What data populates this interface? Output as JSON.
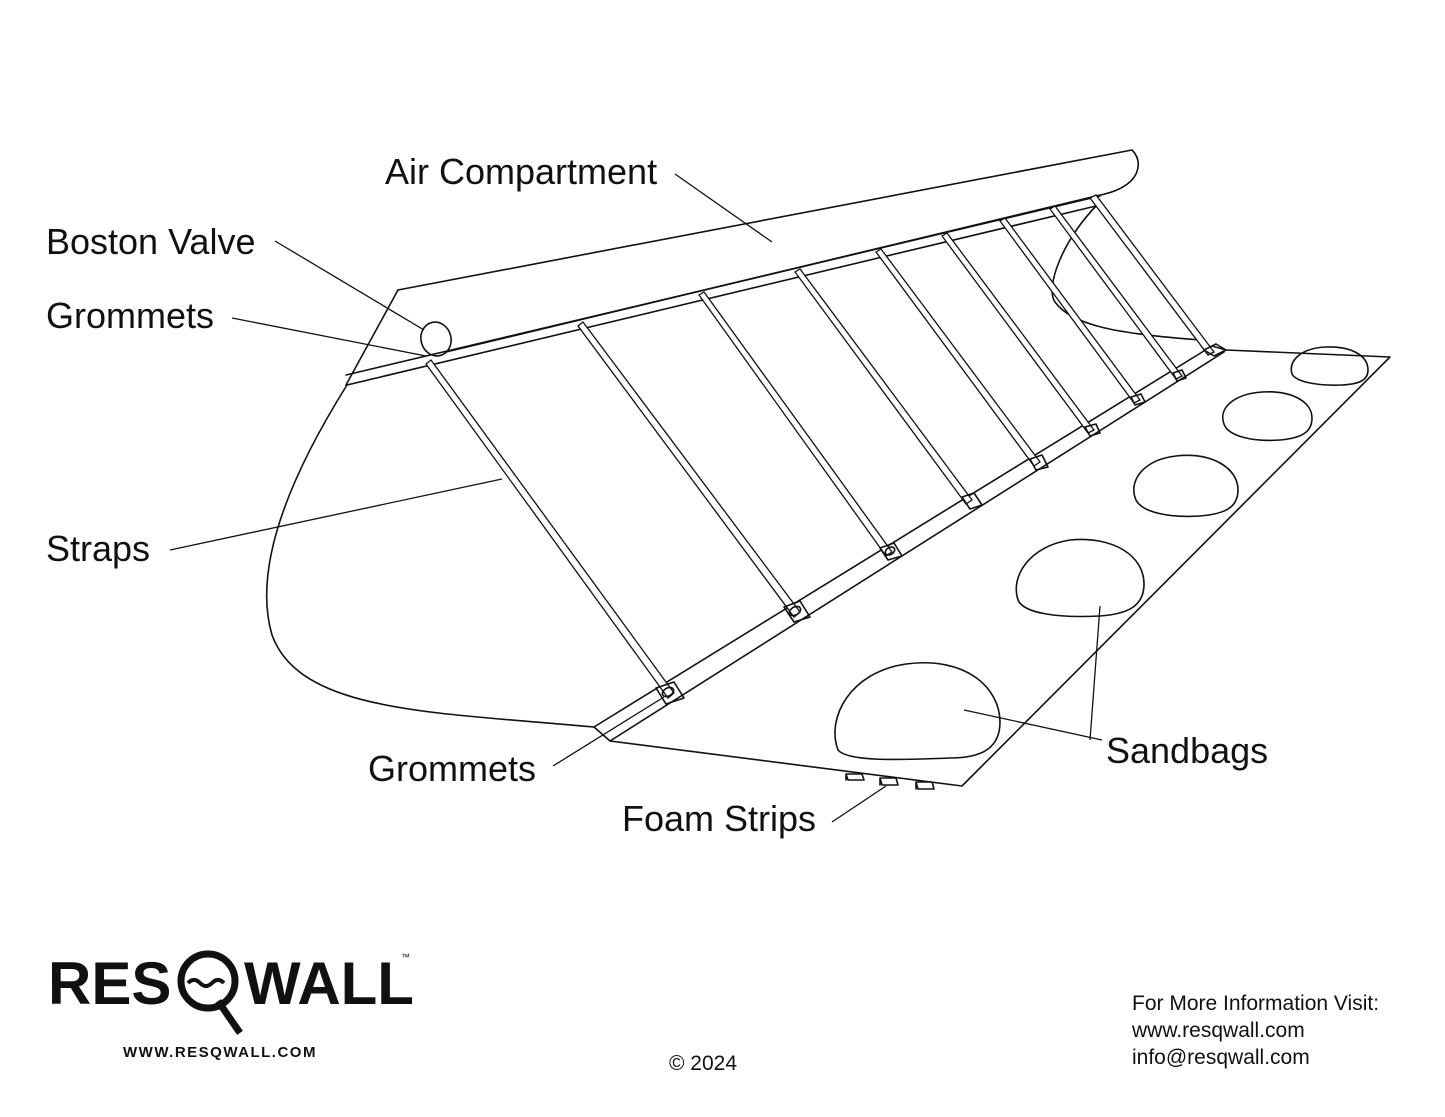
{
  "labels": {
    "air_compartment": "Air Compartment",
    "boston_valve": "Boston Valve",
    "grommets_top": "Grommets",
    "straps": "Straps",
    "grommets_bottom": "Grommets",
    "foam_strips": "Foam Strips",
    "sandbags": "Sandbags"
  },
  "logo": {
    "left_text": "RES",
    "right_text": "WALL",
    "trademark": "™",
    "url": "WWW.RESQWALL.COM"
  },
  "footer": {
    "info_heading": "For More Information Visit:",
    "website": "www.resqwall.com",
    "email": "info@resqwall.com",
    "copyright": "© 2024"
  },
  "colors": {
    "ink": "#111111",
    "background": "#ffffff"
  }
}
